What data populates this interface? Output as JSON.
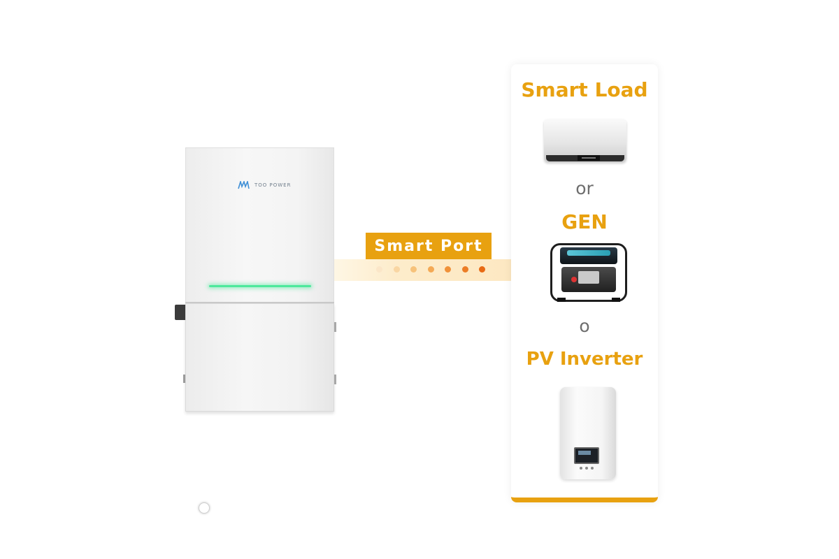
{
  "inverter": {
    "brand": "TOO POWER"
  },
  "connector": {
    "label": "Smart Port",
    "dot_colors": [
      "#fbe6c8",
      "#f9d6a3",
      "#f7c27a",
      "#f4a955",
      "#f0913a",
      "#ec7d26",
      "#e86a14"
    ]
  },
  "options_card": {
    "accent_color": "#e8a110",
    "items": [
      {
        "title": "Smart Load",
        "image": "water-heater"
      },
      {
        "separator": "or"
      },
      {
        "title": "GEN",
        "image": "generator"
      },
      {
        "separator": "o"
      },
      {
        "title": "PV Inverter",
        "image": "pv-inverter"
      }
    ]
  }
}
